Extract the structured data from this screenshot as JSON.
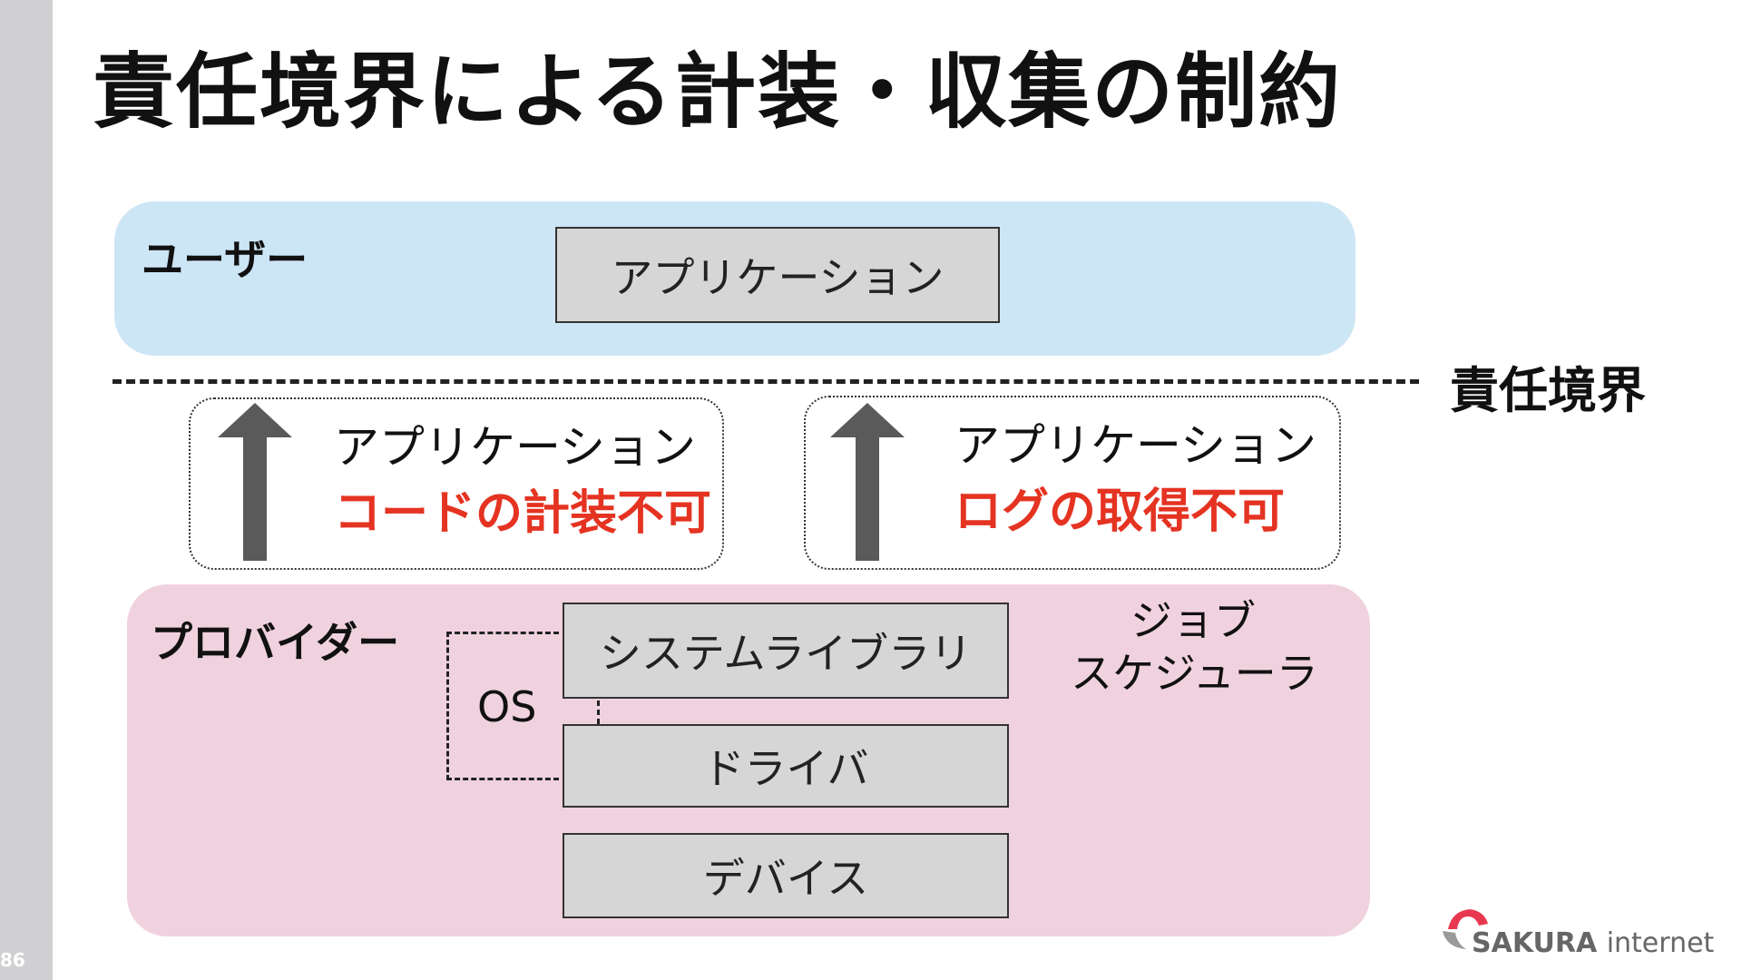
{
  "slide": {
    "page_number": "86",
    "title": "責任境界による計装・収集の制約"
  },
  "user_layer": {
    "label": "ユーザー",
    "application_box": "アプリケーション"
  },
  "boundary": {
    "label": "責任境界"
  },
  "notices": [
    {
      "line1": "アプリケーション",
      "line2": "コードの計装不可"
    },
    {
      "line1": "アプリケーション",
      "line2": "ログの取得不可"
    }
  ],
  "provider_layer": {
    "label": "プロバイダー",
    "os_label": "OS",
    "system_library_box": "システムライブラリ",
    "driver_box": "ドライバ",
    "device_box": "デバイス",
    "job_scheduler_line1": "ジョブ",
    "job_scheduler_line2": "スケジューラ"
  },
  "logo": {
    "brand": "SAKURA",
    "suffix": "internet"
  },
  "colors": {
    "user_panel": "#cde6f6",
    "provider_panel": "#f0d2df",
    "box_fill": "#d6d6d6",
    "alert_red": "#e53322",
    "arrow": "#5a5a5a",
    "logo_red": "#e8384f"
  }
}
